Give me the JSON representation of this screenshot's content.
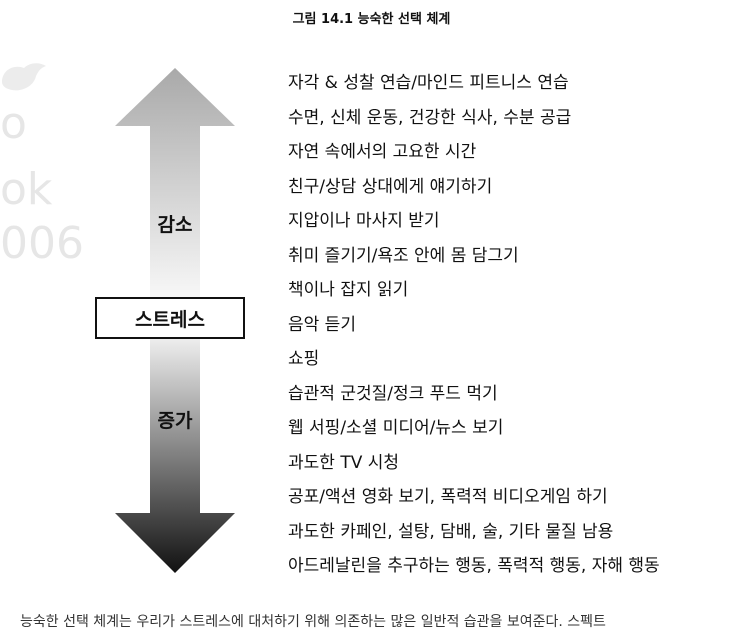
{
  "figure": {
    "title": "그림 14.1 능숙한 선택 체계"
  },
  "watermark": {
    "lines": [
      "o",
      "ok",
      "006"
    ]
  },
  "arrow": {
    "top_label": "감소",
    "center_label": "스트레스",
    "bottom_label": "증가",
    "gradient_top_color": "#a9a9a9",
    "gradient_mid_color": "#ffffff",
    "gradient_bottom_color": "#111111"
  },
  "choices": [
    "자각 & 성찰 연습/마인드 피트니스 연습",
    "수면, 신체 운동, 건강한 식사, 수분 공급",
    "자연 속에서의 고요한 시간",
    "친구/상담 상대에게 얘기하기",
    "지압이나 마사지 받기",
    "취미 즐기기/욕조 안에 몸 담그기",
    "책이나 잡지 읽기",
    "음악 듣기",
    "쇼핑",
    "습관적 군것질/정크 푸드 먹기",
    "웹 서핑/소셜 미디어/뉴스 보기",
    "과도한 TV 시청",
    "공포/액션 영화 보기, 폭력적 비디오게임 하기",
    "과도한 카페인, 설탕, 담배, 술, 기타 물질 남용",
    "아드레날린을 추구하는 행동, 폭력적 행동, 자해 행동"
  ],
  "caption": "능숙한 선택 체계는 우리가 스트레스에 대처하기 위해 의존하는 많은 일반적 습관을 보여준다. 스펙트"
}
